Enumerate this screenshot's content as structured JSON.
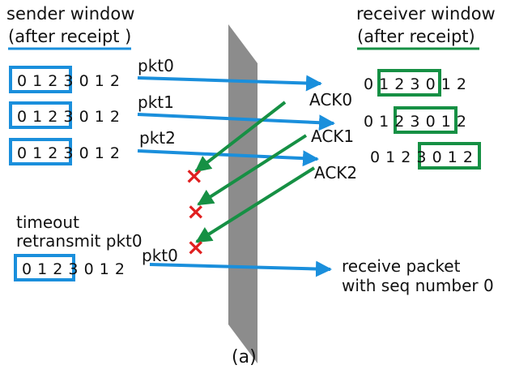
{
  "colors": {
    "blue": "#1a8fdc",
    "green": "#169044",
    "wall": "#8c8c8c",
    "loss": "#e02020",
    "text": "#111111"
  },
  "sender": {
    "title": "sender window",
    "subtitle": "(after receipt )",
    "rows": [
      [
        "0",
        "1",
        "2",
        "3",
        "0",
        "1",
        "2"
      ],
      [
        "0",
        "1",
        "2",
        "3",
        "0",
        "1",
        "2"
      ],
      [
        "0",
        "1",
        "2",
        "3",
        "0",
        "1",
        "2"
      ]
    ],
    "window": [
      0,
      2
    ],
    "timeout_label": "timeout",
    "retransmit_label": "retransmit pkt0",
    "retransmit_row": [
      "0",
      "1",
      "2",
      "3",
      "0",
      "1",
      "2"
    ]
  },
  "receiver": {
    "title": "receiver window",
    "subtitle": "(after receipt)",
    "rows": [
      {
        "seq": [
          "0",
          "1",
          "2",
          "3",
          "0",
          "1",
          "2"
        ],
        "window": [
          1,
          3
        ]
      },
      {
        "seq": [
          "0",
          "1",
          "2",
          "3",
          "0",
          "1",
          "2"
        ],
        "window": [
          2,
          4
        ]
      },
      {
        "seq": [
          "0",
          "1",
          "2",
          "3",
          "0",
          "1",
          "2"
        ],
        "window": [
          3,
          5
        ]
      }
    ],
    "final_note_line1": "receive packet",
    "final_note_line2": "with seq number 0"
  },
  "packets": [
    "pkt0",
    "pkt1",
    "pkt2"
  ],
  "retransmitted_packet": "pkt0",
  "acks": [
    "ACK0",
    "ACK1",
    "ACK2"
  ],
  "lost_ack_markers": [
    "×",
    "×",
    "×"
  ],
  "icons": {
    "loss": "x-mark-icon",
    "arrow": "arrow-icon"
  },
  "caption": "(a)"
}
